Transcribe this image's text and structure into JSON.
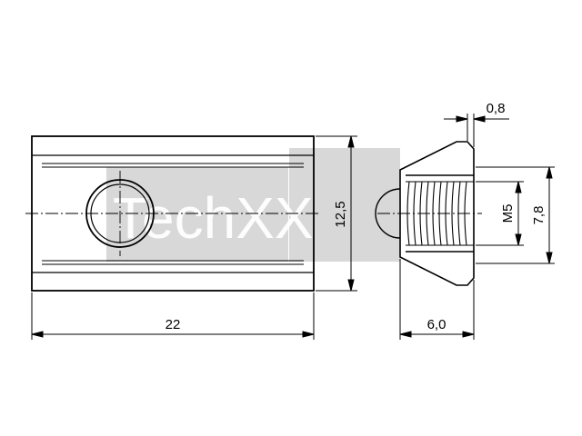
{
  "drawing": {
    "dimensions": {
      "length": "22",
      "height": "12,5",
      "width": "6,0",
      "lip": "0,8",
      "thread": "M5",
      "bore": "7,8"
    },
    "watermark": {
      "text": "TechXX"
    },
    "colors": {
      "line": "#000000",
      "watermark_box": "#d8d8d8",
      "background": "#ffffff"
    }
  }
}
